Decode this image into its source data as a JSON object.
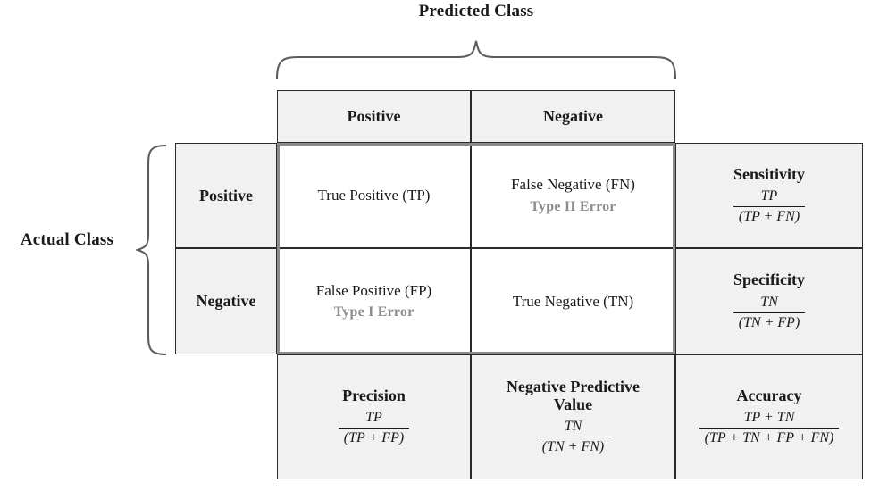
{
  "titles": {
    "predicted_class": "Predicted Class",
    "actual_class": "Actual Class"
  },
  "column_headers": {
    "positive": "Positive",
    "negative": "Negative"
  },
  "row_headers": {
    "positive": "Positive",
    "negative": "Negative"
  },
  "matrix": {
    "true_positive": {
      "label": "True Positive (TP)"
    },
    "false_negative": {
      "label": "False Negative (FN)",
      "error": "Type II Error"
    },
    "false_positive": {
      "label": "False Positive (FP)",
      "error": "Type I Error"
    },
    "true_negative": {
      "label": "True Negative (TN)"
    }
  },
  "metrics": {
    "sensitivity": {
      "name": "Sensitivity",
      "numerator": "TP",
      "denominator": "(TP + FN)"
    },
    "specificity": {
      "name": "Specificity",
      "numerator": "TN",
      "denominator": "(TN + FP)"
    },
    "precision": {
      "name": "Precision",
      "numerator": "TP",
      "denominator": "(TP + FP)"
    },
    "npv": {
      "name_line1": "Negative Predictive",
      "name_line2": "Value",
      "numerator": "TN",
      "denominator": "(TN + FN)"
    },
    "accuracy": {
      "name": "Accuracy",
      "numerator": "TP + TN",
      "denominator": "(TP + TN + FP + FN)"
    }
  },
  "colors": {
    "cell_fill": "#f1f1f1",
    "center_fill": "#ffffff",
    "border": "#2a2a2a",
    "quadrant_outline": "#8c8c8c",
    "error_text": "#8d8d8d",
    "brace": "#5d5d5d"
  }
}
